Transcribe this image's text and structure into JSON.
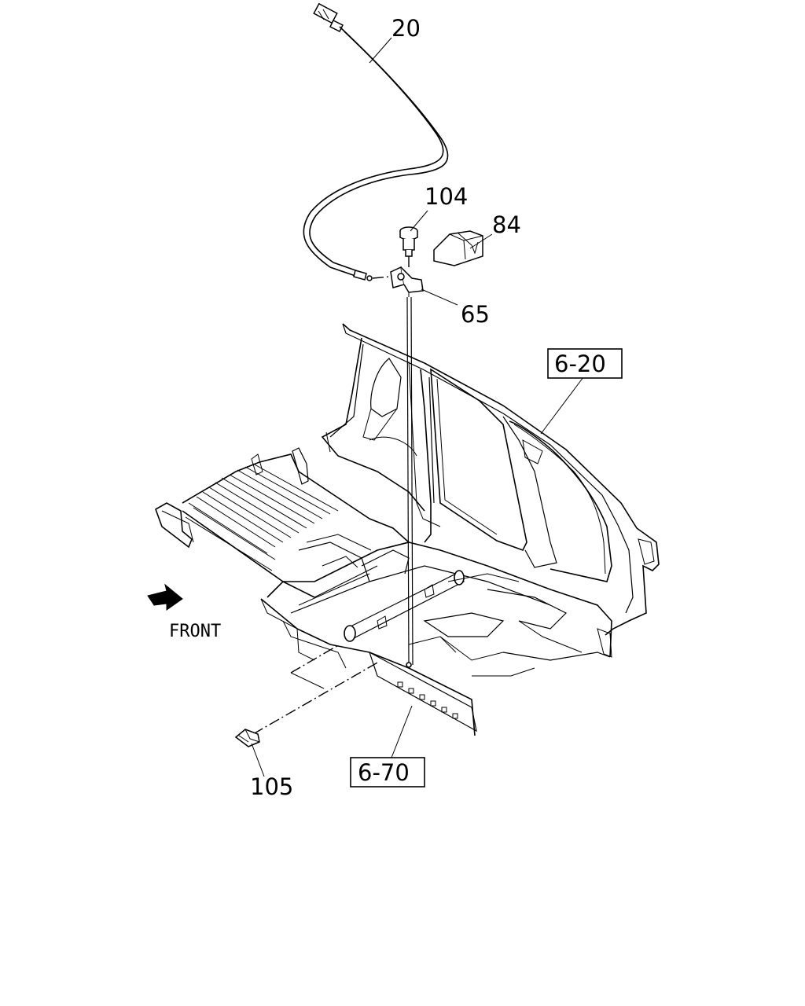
{
  "diagram": {
    "callouts": {
      "c20": "20",
      "c104": "104",
      "c84": "84",
      "c65": "65",
      "c105": "105"
    },
    "references": {
      "r620": "6-20",
      "r670": "6-70"
    },
    "front_label": "FRONT",
    "icons": {
      "front_arrow": "front-arrow-icon"
    }
  }
}
